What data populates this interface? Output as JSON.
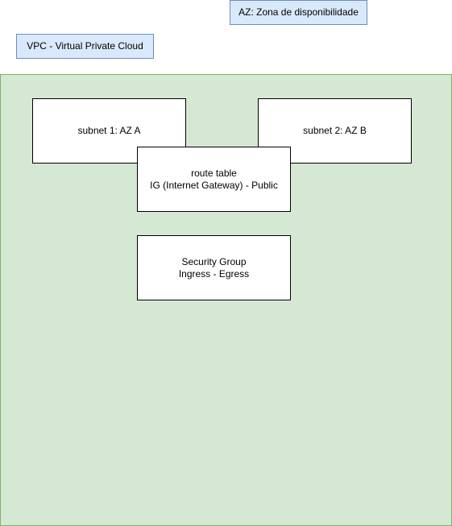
{
  "labels": {
    "az": "AZ: Zona de disponibilidade",
    "vpc": "VPC - Virtual Private Cloud"
  },
  "nodes": {
    "subnet1": "subnet 1: AZ A",
    "subnet2": "subnet 2: AZ B",
    "route_table": {
      "line1": "route table",
      "line2": "IG (Internet Gateway) - Public"
    },
    "security_group": {
      "line1": "Security Group",
      "line2": "Ingress - Egress"
    }
  },
  "colors": {
    "label_fill": "#dae8fc",
    "label_stroke": "#6c8ebf",
    "vpc_fill": "#d5e8d4",
    "vpc_stroke": "#82b366",
    "box_fill": "#ffffff",
    "box_stroke": "#000000"
  }
}
